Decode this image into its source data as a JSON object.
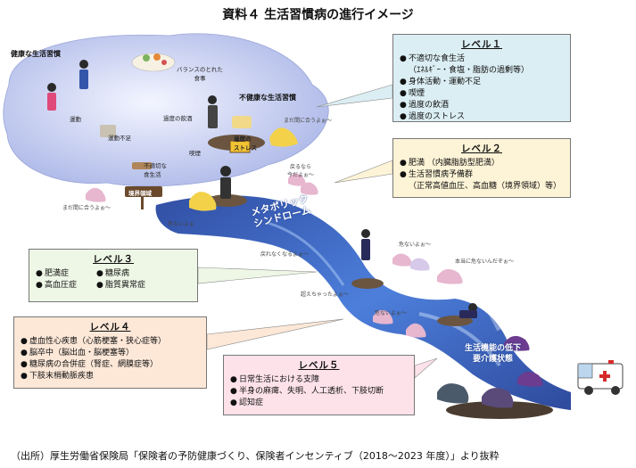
{
  "title": "資料４ 生活習慣病の進行イメージ",
  "source": "（出所）厚生労働省保険局「保険者の予防健康づくり、保険者インセンティブ（2018～2023 年度）」より抜粋",
  "scene": {
    "healthy_label": "健康な生活習慣",
    "balanced_meal_label": "バランスのとれた\n食事",
    "exercise_label": "運動",
    "unhealthy_label": "不健康な生活習慣",
    "drinking_label": "過度の飲酒",
    "lack_exercise_label": "運動不足",
    "bad_diet_label": "不適切な\n食生活",
    "smoking_label": "喫煙",
    "stress_label": "過度の\nストレス",
    "border_sign": "境界領域",
    "metabolic_label": "メタボリック\nシンドローム",
    "care_label": "生活機能の低下\n要介護状態",
    "whispers": [
      "まだ間に合うよぉ～",
      "まだ間に合うよぉ～",
      "戻るなら\n今だよぉ～",
      "危ないよぉ",
      "戻れなくなるよぉ～",
      "危ないよぉ～",
      "本当に危ないんだぞぉ～",
      "超えちゃったよぉ～",
      "危ないよぉ～"
    ]
  },
  "levels": [
    {
      "id": "l1",
      "title": "レベル１",
      "items": [
        {
          "bullet": "●",
          "text": "不適切な食生活"
        },
        {
          "bullet": "",
          "text": "（ｴﾈﾙｷﾞｰ・食塩・脂肪の過剰等）",
          "sub": true
        },
        {
          "bullet": "●",
          "text": "身体活動・運動不足"
        },
        {
          "bullet": "●",
          "text": "喫煙"
        },
        {
          "bullet": "●",
          "text": "過度の飲酒"
        },
        {
          "bullet": "●",
          "text": "過度のストレス"
        }
      ]
    },
    {
      "id": "l2",
      "title": "レベル２",
      "items": [
        {
          "bullet": "●",
          "text": "肥満 （内臓脂肪型肥満）"
        },
        {
          "bullet": "●",
          "text": "生活習慣病予備群"
        },
        {
          "bullet": "",
          "text": "（正常高値血圧、高血糖（境界領域）等）",
          "sub": true
        }
      ]
    },
    {
      "id": "l3",
      "title": "レベル３",
      "items": [
        {
          "bullet": "●",
          "text": "肥満症"
        },
        {
          "bullet": "●",
          "text": "高血圧症"
        },
        {
          "bullet": "●",
          "text": "糖尿病"
        },
        {
          "bullet": "●",
          "text": "脂質異常症"
        }
      ]
    },
    {
      "id": "l4",
      "title": "レベル４",
      "items": [
        {
          "bullet": "●",
          "text": "虚血性心疾患（心筋梗塞・狭心症等）"
        },
        {
          "bullet": "●",
          "text": "脳卒中（脳出血・脳梗塞等）"
        },
        {
          "bullet": "●",
          "text": "糖尿病の合併症（腎症、網膜症等）"
        },
        {
          "bullet": "●",
          "text": "下肢末梢動脈疾患"
        }
      ]
    },
    {
      "id": "l5",
      "title": "レベル５",
      "items": [
        {
          "bullet": "●",
          "text": "日常生活における支障"
        },
        {
          "bullet": "●",
          "text": "半身の麻痺、失明、人工透析、下肢切断"
        },
        {
          "bullet": "●",
          "text": "認知症"
        }
      ]
    }
  ],
  "colors": {
    "cloud": "#c5cef0",
    "river": "#2f5fc8",
    "river_light": "#7ea3ea",
    "rock": "#5a4a3a",
    "ghost_yellow": "#f3d24a",
    "ghost_pink": "#e7b6cf",
    "ghost_purple": "#6b3c8f"
  }
}
